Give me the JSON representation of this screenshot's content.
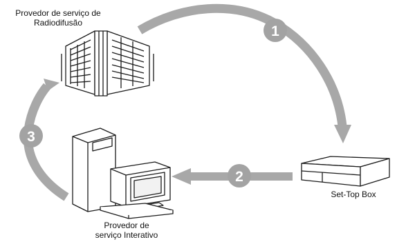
{
  "labels": {
    "broadcast_provider_line1": "Provedor de serviço de",
    "broadcast_provider_line2": "Radiodifusão",
    "set_top_box": "Set-Top Box",
    "interactive_provider_line1": "Provedor de",
    "interactive_provider_line2": "serviço Interativo"
  },
  "steps": [
    "1",
    "2",
    "3"
  ],
  "colors": {
    "arrow": "#a8a8a8",
    "badge": "#a3a3a3",
    "line": "#1a1a1a",
    "background": "#ffffff"
  }
}
